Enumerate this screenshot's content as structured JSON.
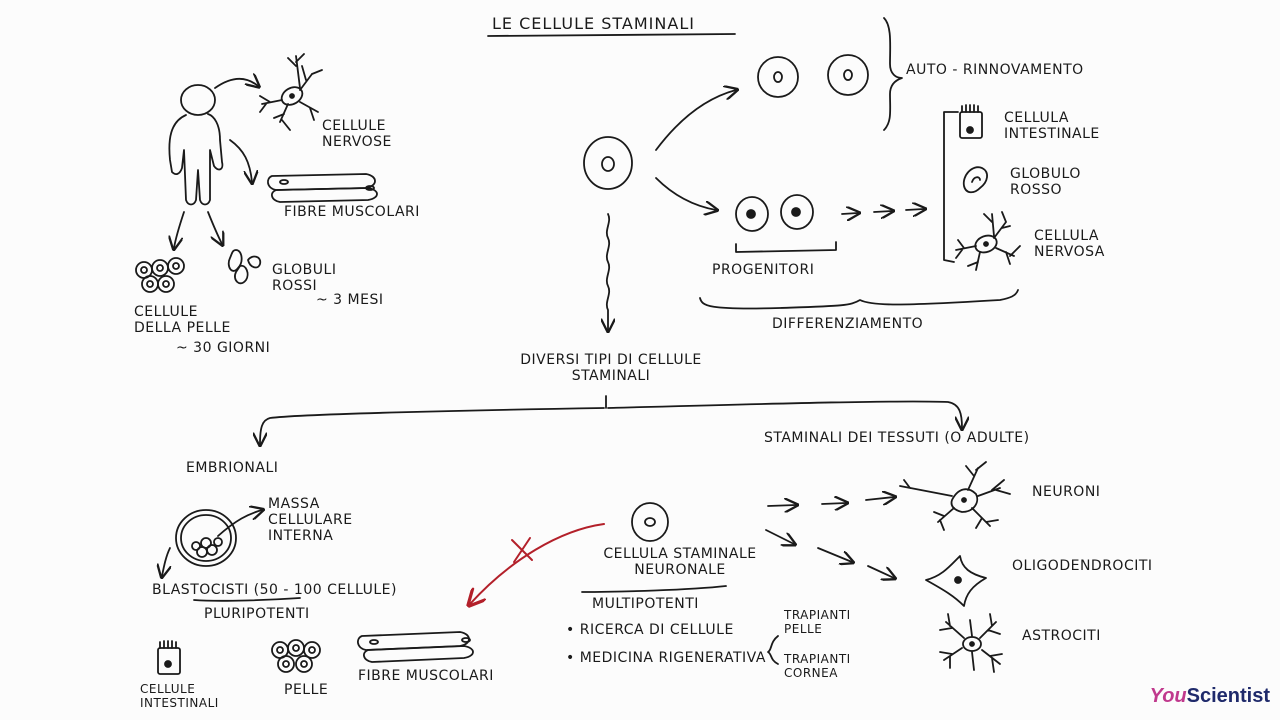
{
  "title": "LE CELLULE STAMINALI",
  "top_section": {
    "human_targets": {
      "nerve": "CELLULE NERVOSE",
      "muscle": "FIBRE MUSCOLARI",
      "red_cells": "GLOBULI ROSSI",
      "red_cells_time": "~ 3 MESI",
      "skin": "CELLULE DELLA PELLE",
      "skin_time": "~ 30 GIORNI"
    },
    "self_renewal": "AUTO - RINNOVAMENTO",
    "progenitors": "PROGENITORI",
    "differentiation": "DIFFERENZIAMENTO",
    "differentiated": {
      "intestinal": "CELLULA INTESTINALE",
      "red_cell": "GLOBULO ROSSO",
      "nerve": "CELLULA NERVOSA"
    }
  },
  "types_heading": "DIVERSI TIPI DI CELLULE STAMINALI",
  "embryonic": {
    "heading": "EMBRIONALI",
    "inner_mass": "MASSA CELLULARE INTERNA",
    "blastocyst": "BLASTOCISTI (50 - 100 CELLULE)",
    "pluripotent": "PLURIPOTENTI",
    "derived": {
      "intestinal": "CELLULE INTESTINALI",
      "skin": "PELLE",
      "muscle": "FIBRE MUSCOLARI"
    }
  },
  "adult": {
    "heading": "STAMINALI DEI TESSUTI (O ADULTE)",
    "neural_stem": "CELLULA STAMINALE NEURONALE",
    "multipotent": "MULTIPOTENTI",
    "bullets": [
      "RICERCA DI CELLULE",
      "MEDICINA RIGENERATIVA"
    ],
    "transplants": [
      "TRAPIANTI PELLE",
      "TRAPIANTI CORNEA"
    ],
    "outputs": {
      "neurons": "NEURONI",
      "oligo": "OLIGODENDROCITI",
      "astro": "ASTROCITI"
    }
  },
  "brand": {
    "you": "You",
    "scientist": "Scientist"
  },
  "colors": {
    "ink": "#1a1a1a",
    "red_arrow": "#b3202a",
    "brand_pink": "#c0398d",
    "brand_navy": "#1f2a6b"
  }
}
